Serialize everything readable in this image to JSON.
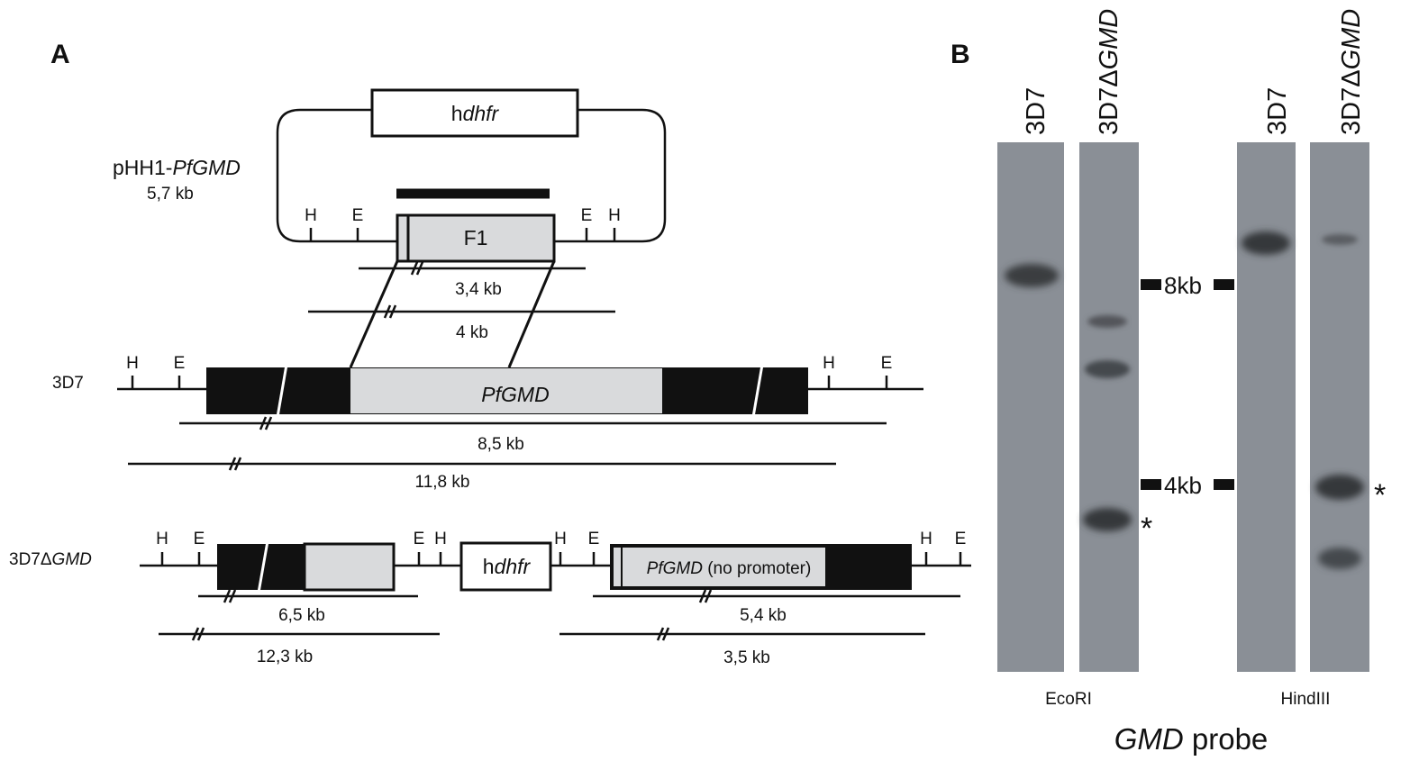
{
  "panels": {
    "a": "A",
    "b": "B"
  },
  "plasmid": {
    "name_prefix": "pHH1-",
    "name_italic": "PfGMD",
    "size": "5,7 kb",
    "marker_prefix": "h",
    "marker_italic": "dhfr",
    "fragment": "F1",
    "site_h": "H",
    "site_e": "E"
  },
  "integration_products": {
    "short": "3,4 kb",
    "long": "4 kb"
  },
  "wildtype": {
    "label": "3D7",
    "gene": "PfGMD",
    "ecori": "8,5 kb",
    "hindiii": "11,8 kb"
  },
  "mutant": {
    "label_prefix": "3D7Δ",
    "label_italic": "GMD",
    "marker_prefix": "h",
    "marker_italic": "dhfr",
    "gene_italic": "PfGMD",
    "gene_note": " (no promoter)",
    "left_ecori": "6,5 kb",
    "left_hindiii": "12,3 kb",
    "right_ecori": "5,4 kb",
    "right_hindiii": "3,5 kb"
  },
  "blot": {
    "lanes": [
      {
        "prefix": "3D7",
        "italic": ""
      },
      {
        "prefix": "3D7Δ",
        "italic": "GMD"
      },
      {
        "prefix": "3D7",
        "italic": ""
      },
      {
        "prefix": "3D7Δ",
        "italic": "GMD"
      }
    ],
    "marker_8kb": "8kb",
    "marker_4kb": "4kb",
    "enzyme_1": "EcoRI",
    "enzyme_2": "HindIII",
    "star": "*",
    "probe_italic": "GMD",
    "probe_rest": " probe",
    "colors": {
      "membrane": "#8a8f96",
      "band": "#3a3c40"
    }
  }
}
